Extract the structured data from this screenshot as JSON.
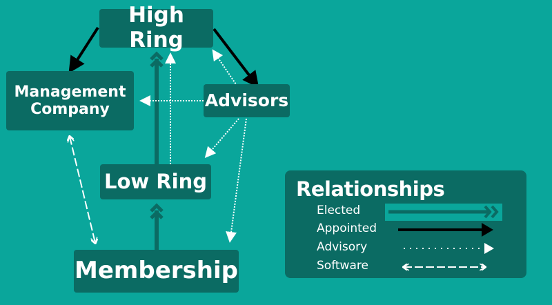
{
  "nodes": {
    "high_ring": "High Ring",
    "management_company_line1": "Management",
    "management_company_line2": "Company",
    "advisors": "Advisors",
    "low_ring": "Low Ring",
    "membership": "Membership"
  },
  "legend": {
    "title": "Relationships",
    "items": [
      {
        "label": "Elected"
      },
      {
        "label": "Appointed"
      },
      {
        "label": "Advisory"
      },
      {
        "label": "Software"
      }
    ]
  },
  "colors": {
    "background": "#0aa69b",
    "box": "#0b6b63",
    "appointed": "#000000",
    "advisory": "#ffffff"
  }
}
